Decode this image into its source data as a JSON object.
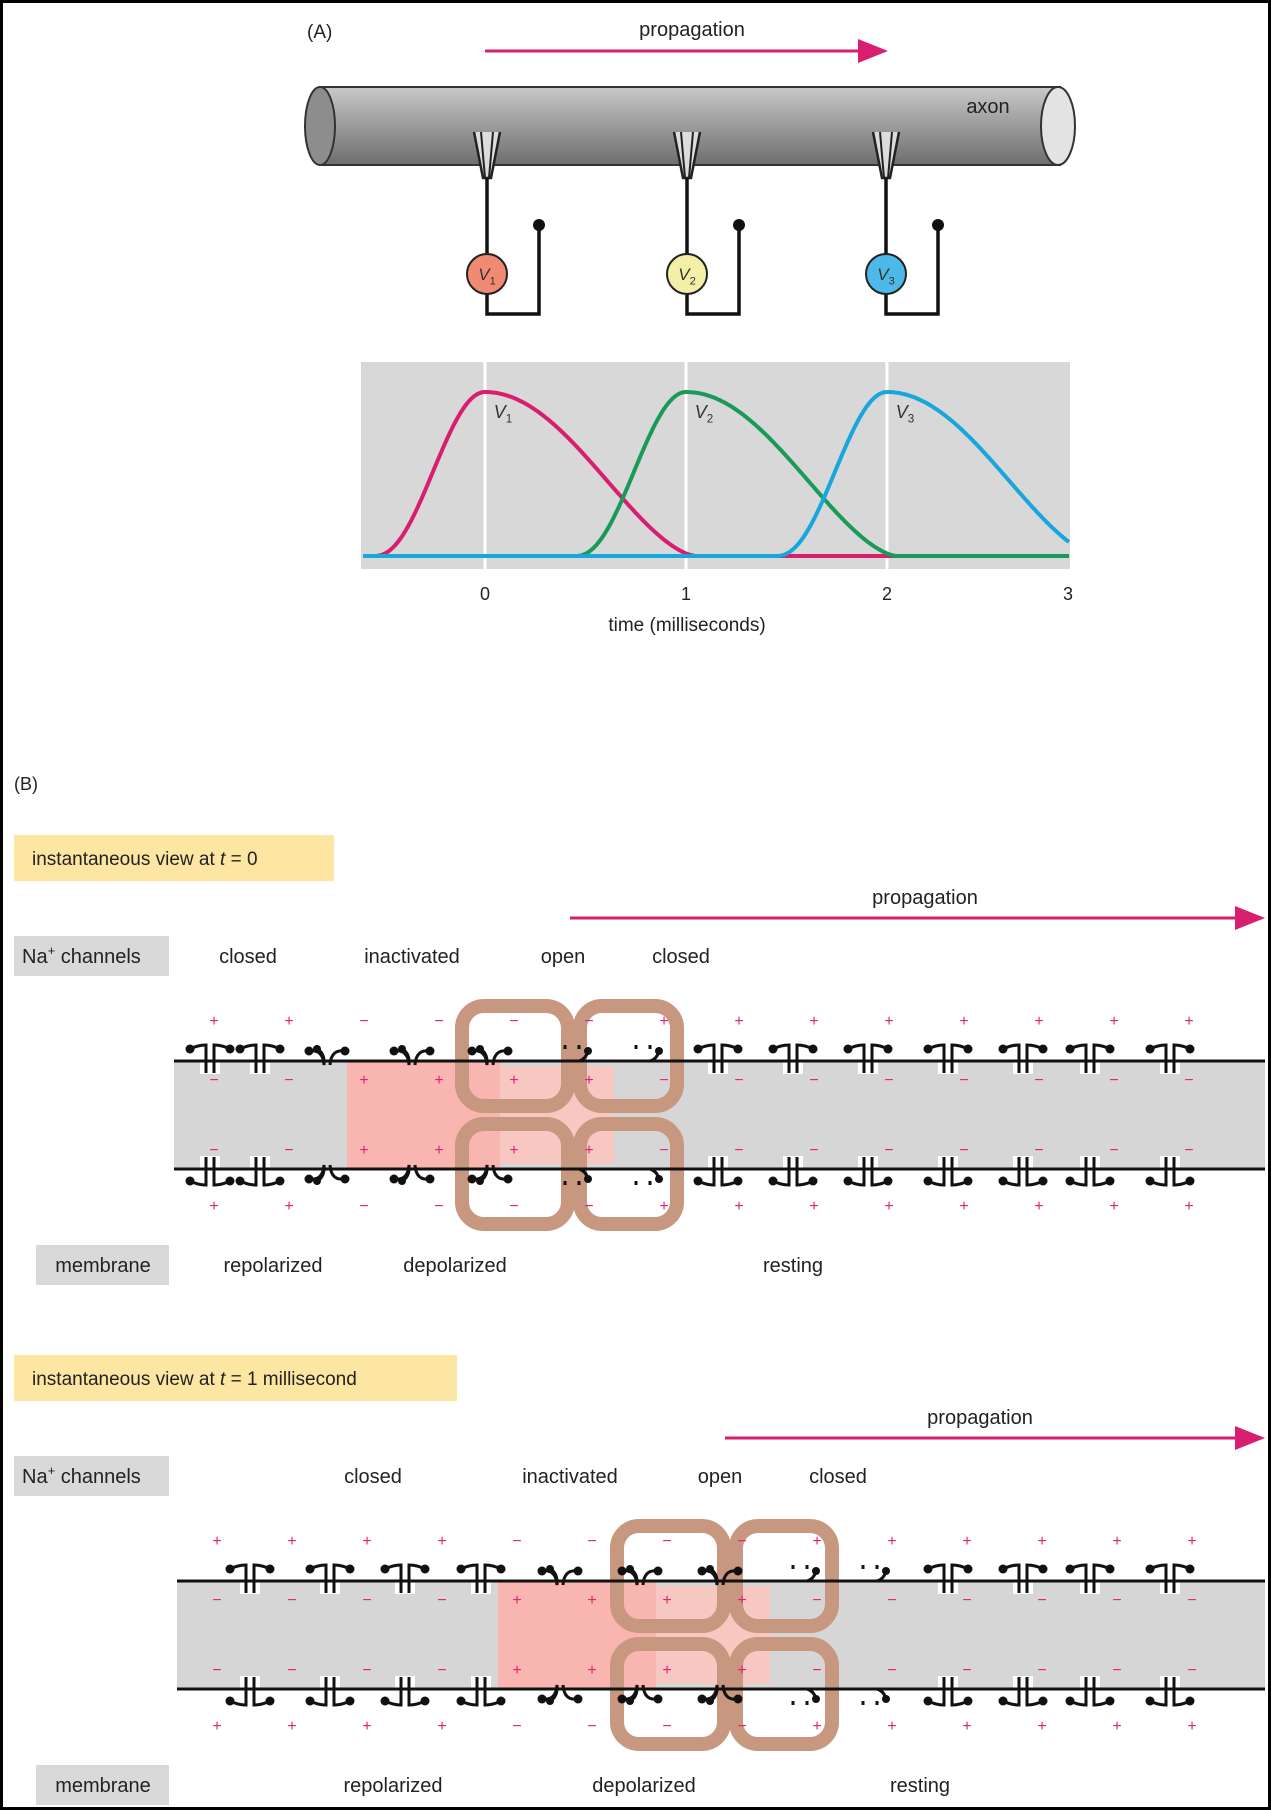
{
  "panel_a": {
    "label": "(A)",
    "propagation_label": "propagation",
    "axon_label": "axon",
    "electrodes": [
      {
        "name": "V",
        "sub": "1",
        "color": "#f08a73"
      },
      {
        "name": "V",
        "sub": "2",
        "color": "#f3efa6"
      },
      {
        "name": "V",
        "sub": "3",
        "color": "#4cb9e8"
      }
    ],
    "plot": {
      "x_ticks": [
        "0",
        "1",
        "2",
        "3"
      ],
      "x_label": "time (milliseconds)",
      "curve_labels": [
        {
          "name": "V",
          "sub": "1"
        },
        {
          "name": "V",
          "sub": "2"
        },
        {
          "name": "V",
          "sub": "3"
        }
      ],
      "curve_colors": [
        "#d81e6e",
        "#1a9a5a",
        "#17a7dc"
      ],
      "peak_times_ms": [
        0,
        1,
        2
      ]
    }
  },
  "panel_b": {
    "label": "(B)",
    "views": [
      {
        "title_prefix": "instantaneous view at ",
        "title_t": "t",
        "title_suffix": " = 0",
        "propagation_label": "propagation",
        "channels_label": "Na",
        "channels_sup": "+",
        "channels_rest": " channels",
        "channel_states": [
          "closed",
          "inactivated",
          "open",
          "closed"
        ],
        "membrane_label": "membrane",
        "membrane_states": [
          "repolarized",
          "depolarized",
          "resting"
        ]
      },
      {
        "title_prefix": "instantaneous view at ",
        "title_t": "t",
        "title_suffix": " = 1 millisecond",
        "propagation_label": "propagation",
        "channels_label": "Na",
        "channels_sup": "+",
        "channels_rest": " channels",
        "channel_states": [
          "closed",
          "inactivated",
          "open",
          "closed"
        ],
        "membrane_label": "membrane",
        "membrane_states": [
          "repolarized",
          "depolarized",
          "resting"
        ]
      }
    ]
  },
  "colors": {
    "propagation_arrow": "#d81e6e",
    "label_box_yellow": "#fde6a2",
    "label_box_gray": "#d9d9d9",
    "depolarized_fill": "#f9b5b0",
    "current_loop": "#c7977f",
    "axon_interior": "#d6d6d6",
    "charge": "#e5207a"
  }
}
